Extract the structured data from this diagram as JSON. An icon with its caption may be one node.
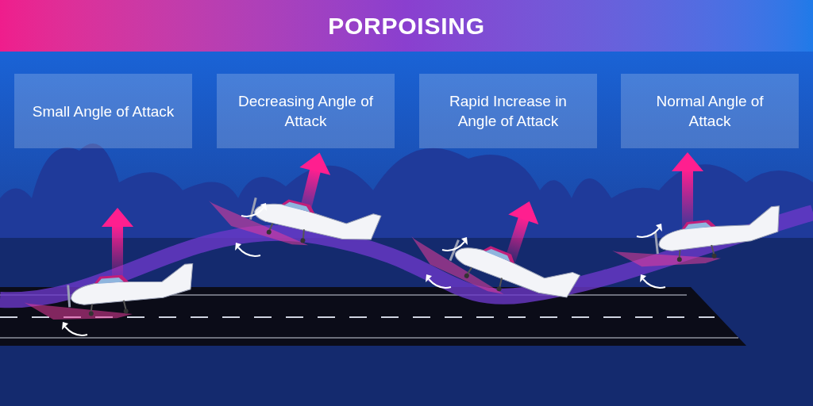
{
  "diagram": {
    "title": "PORPOISING",
    "nodes": [
      {
        "text": [
          "Small Angle of Attack"
        ]
      },
      {
        "text": [
          "Decreasing Angle of Attack"
        ]
      },
      {
        "text": [
          "Rapid Increase in Angle of Attack"
        ]
      },
      {
        "text": [
          "Normal Angle of Attack"
        ]
      }
    ]
  }
}
